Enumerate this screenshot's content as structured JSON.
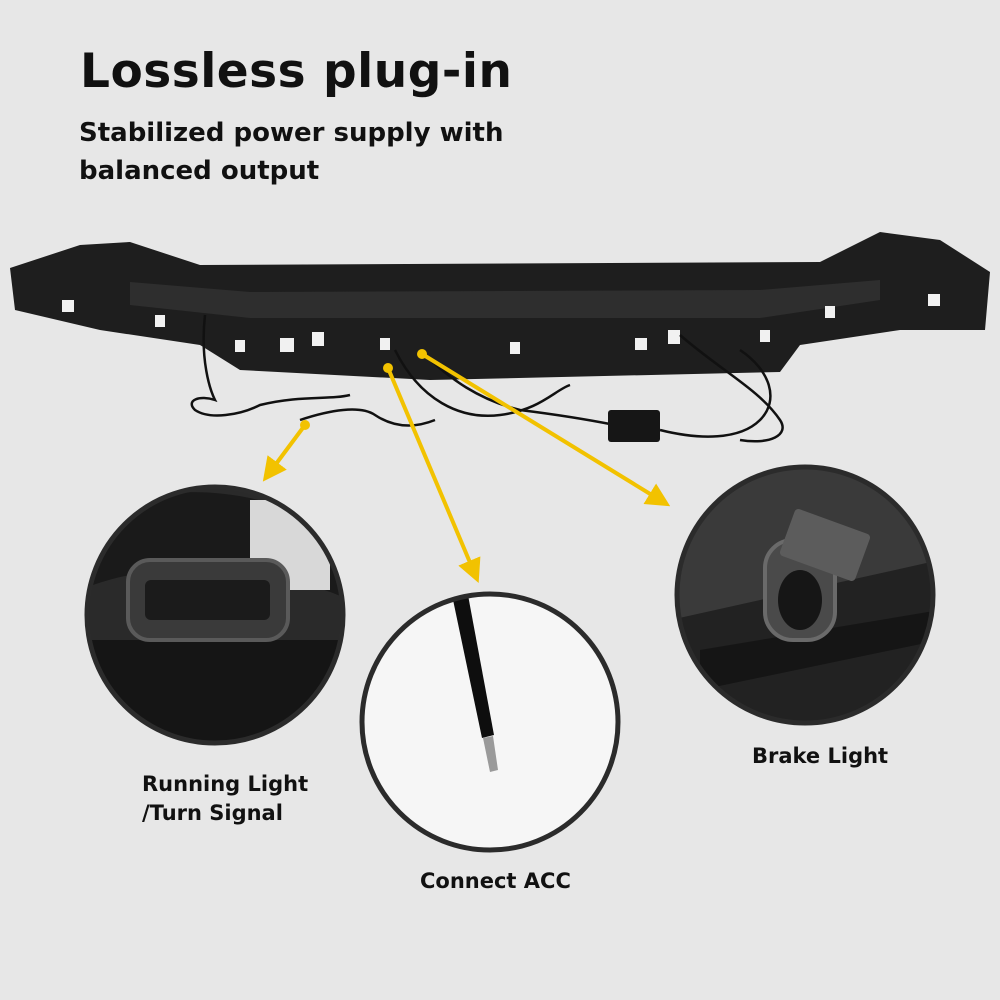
{
  "header": {
    "title": "Lossless plug-in",
    "subtitle_line1": "Stabilized power supply with",
    "subtitle_line2": "balanced output"
  },
  "callouts": [
    {
      "label_line1": "Running Light",
      "label_line2": "/Turn Signal"
    },
    {
      "label_line1": "Connect ACC"
    },
    {
      "label_line1": "Brake Light"
    }
  ],
  "colors": {
    "background": "#e7e7e7",
    "arrow": "#f2c200",
    "circle_border": "#2b2b2b"
  }
}
